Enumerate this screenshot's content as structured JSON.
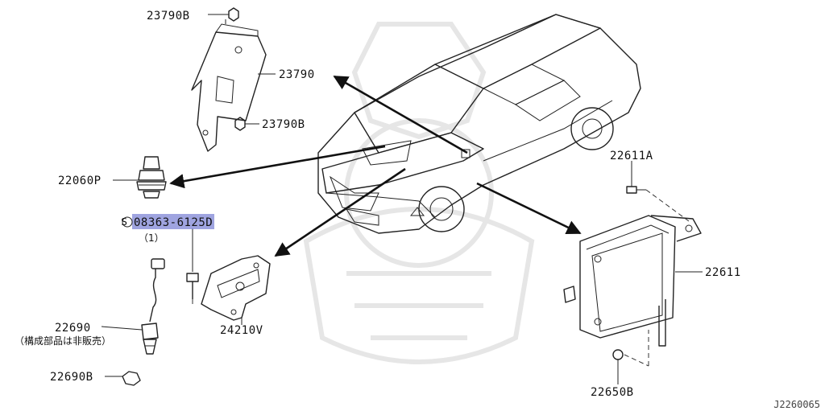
{
  "diagram": {
    "labels": {
      "p23790b_top": "23790B",
      "p23790": "23790",
      "p23790b_mid": "23790B",
      "p22060p": "22060P",
      "p08363": "08363-6125D",
      "p08363_circle": "S",
      "p08363_qty": "（1）",
      "p22690": "22690",
      "p22690_note": "（構成部品は非販売）",
      "p22690b": "22690B",
      "p24210v": "24210V",
      "p22611a": "22611A",
      "p22611": "22611",
      "p22650b": "22650B",
      "ref_code": "J2260065"
    },
    "colors": {
      "highlight": "#7f86d6",
      "line": "#222222"
    }
  }
}
